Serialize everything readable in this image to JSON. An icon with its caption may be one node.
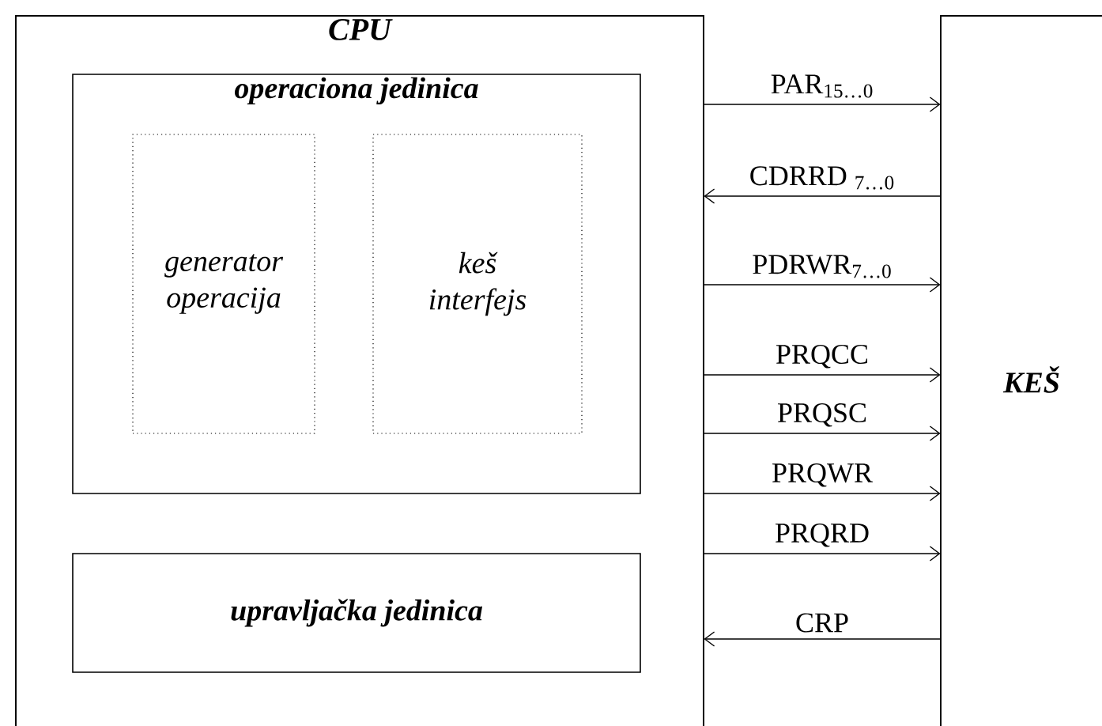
{
  "diagram": {
    "nodes": [
      {
        "text": [
          "CPU"
        ]
      },
      {
        "text": [
          "operaciona jedinica"
        ],
        "in": 0
      },
      {
        "text": [
          "generator operacija"
        ],
        "in": 1
      },
      {
        "text": [
          "keš interfejs"
        ],
        "in": 1
      },
      {
        "text": [
          "upravljačka jedinica"
        ],
        "in": 0
      },
      {
        "text": [
          "KEŠ"
        ]
      }
    ],
    "edges": [
      {
        "from": 0,
        "to": 5,
        "arrow": "to",
        "label": "PAR$_{15…0}$"
      },
      {
        "from": 5,
        "to": 0,
        "arrow": "to",
        "label": "CDRRD $_{7…0}$"
      },
      {
        "from": 0,
        "to": 5,
        "arrow": "to",
        "label": "PDRWR$_{7…0}$"
      },
      {
        "from": 0,
        "to": 5,
        "arrow": "to",
        "label": "PRQCC"
      },
      {
        "from": 0,
        "to": 5,
        "arrow": "to",
        "label": "PRQSC"
      },
      {
        "from": 0,
        "to": 5,
        "arrow": "to",
        "label": "PRQWR"
      },
      {
        "from": 0,
        "to": 5,
        "arrow": "to",
        "label": "PRQRD"
      },
      {
        "from": 5,
        "to": 0,
        "arrow": "to",
        "label": "CRP"
      }
    ]
  }
}
